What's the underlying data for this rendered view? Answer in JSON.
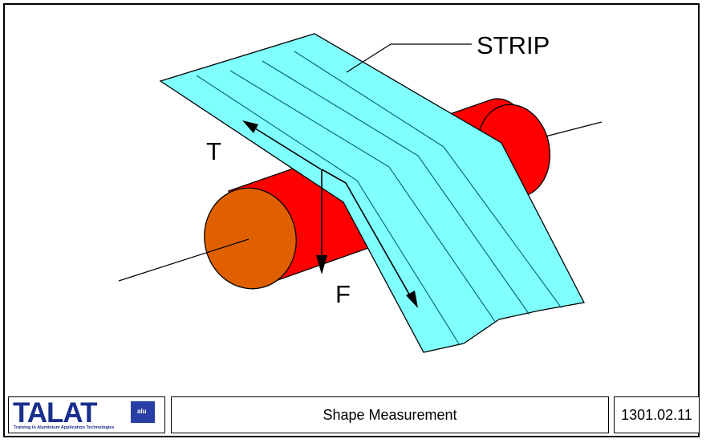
{
  "diagram": {
    "labels": {
      "strip": "STRIP",
      "tension": "T",
      "force": "F"
    },
    "colors": {
      "strip_fill": "#80ffff",
      "strip_line": "#006070",
      "roll_body": "#ff0000",
      "roll_end": "#e06000"
    }
  },
  "footer": {
    "logo_text": "TALAT",
    "logo_subtitle": "Training in Aluminium Application Technologies",
    "flag_text": "alu",
    "title": "Shape Measurement",
    "code": "1301.02.11"
  }
}
